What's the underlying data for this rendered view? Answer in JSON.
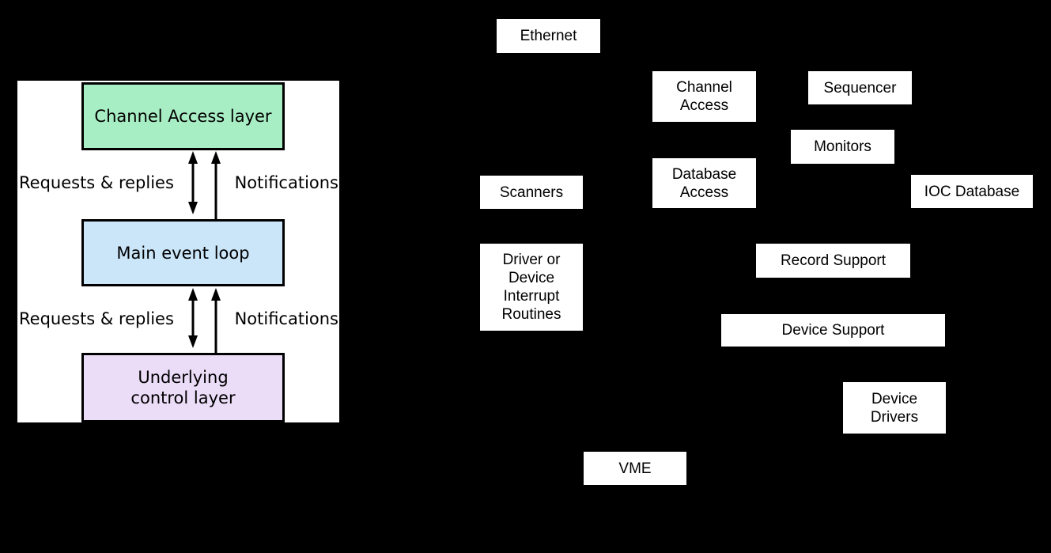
{
  "colors": {
    "page_background": "#000000",
    "panel_background": "#ffffff",
    "box_border": "#000000",
    "node_background": "#ffffff",
    "text": "#000000"
  },
  "left_panel": {
    "layers": [
      {
        "id": "channel-access-layer",
        "label": "Channel Access layer",
        "fill": "#a8eec4"
      },
      {
        "id": "main-event-loop",
        "label": "Main event loop",
        "fill": "#cbe5f9"
      },
      {
        "id": "underlying-control-layer",
        "label": "Underlying\ncontrol layer",
        "fill": "#ebdcf7"
      }
    ],
    "links": [
      {
        "requests_label": "Requests & replies",
        "notifications_label": "Notifications"
      },
      {
        "requests_label": "Requests & replies",
        "notifications_label": "Notifications"
      }
    ]
  },
  "ioc_diagram": {
    "nodes": [
      {
        "id": "ethernet",
        "label": "Ethernet"
      },
      {
        "id": "channel-access",
        "label": "Channel\nAccess"
      },
      {
        "id": "sequencer",
        "label": "Sequencer"
      },
      {
        "id": "monitors",
        "label": "Monitors"
      },
      {
        "id": "scanners",
        "label": "Scanners"
      },
      {
        "id": "database-access",
        "label": "Database\nAccess"
      },
      {
        "id": "ioc-database",
        "label": "IOC Database"
      },
      {
        "id": "driver-interrupt-routines",
        "label": "Driver or\nDevice\nInterrupt\nRoutines"
      },
      {
        "id": "record-support",
        "label": "Record Support"
      },
      {
        "id": "device-support",
        "label": "Device Support"
      },
      {
        "id": "device-drivers",
        "label": "Device\nDrivers"
      },
      {
        "id": "vme",
        "label": "VME"
      }
    ]
  }
}
